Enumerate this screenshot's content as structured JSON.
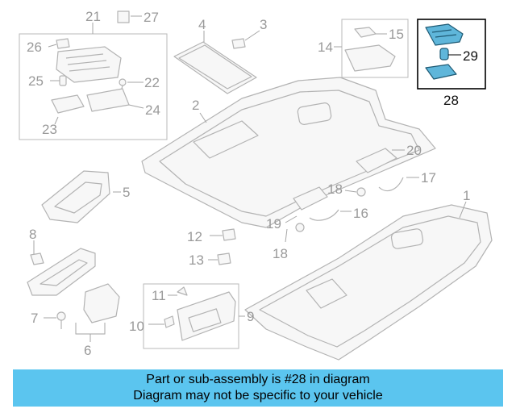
{
  "callouts": {
    "n1": "1",
    "n2": "2",
    "n3": "3",
    "n4": "4",
    "n5": "5",
    "n6": "6",
    "n7": "7",
    "n8": "8",
    "n9": "9",
    "n10": "10",
    "n11": "11",
    "n12": "12",
    "n13": "13",
    "n14": "14",
    "n15": "15",
    "n16": "16",
    "n17": "17",
    "n18a": "18",
    "n18b": "18",
    "n19": "19",
    "n20": "20",
    "n21": "21",
    "n22": "22",
    "n23": "23",
    "n24": "24",
    "n25": "25",
    "n26": "26",
    "n27": "27",
    "n28": "28",
    "n29": "29"
  },
  "highlight": {
    "part_number": "28",
    "color": "#5fb6da",
    "box_color": "#000000"
  },
  "banner": {
    "line1": "Part or sub-assembly is #28 in diagram",
    "line2": "Diagram may not be specific to your vehicle",
    "color": "#5bc5ef"
  }
}
